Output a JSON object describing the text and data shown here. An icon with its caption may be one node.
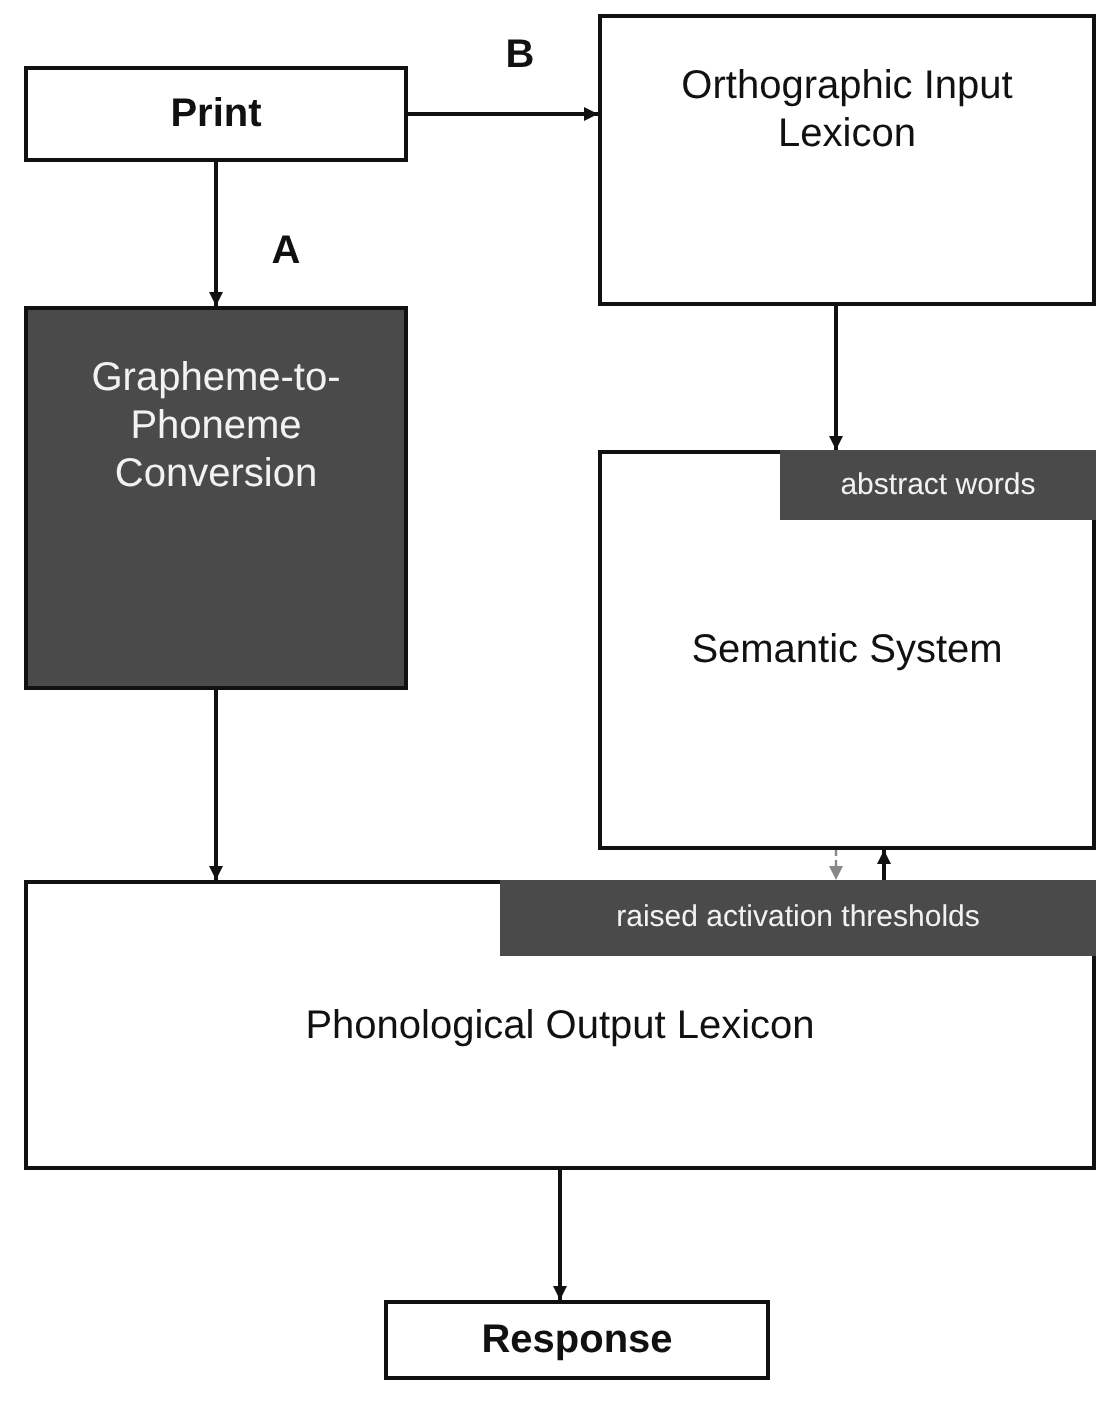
{
  "diagram": {
    "nodes": [
      {
        "text": [
          "Print"
        ]
      },
      {
        "text": [
          "Orthographic Input Lexicon"
        ]
      },
      {
        "text": [
          "Grapheme-to-Phoneme Conversion"
        ]
      },
      {
        "text": [
          "Semantic System"
        ]
      },
      {
        "text": [
          "abstract words"
        ],
        "in": 3
      },
      {
        "text": [
          "Phonological Output Lexicon"
        ]
      },
      {
        "text": [
          "raised activation thresholds"
        ],
        "in": 5
      },
      {
        "text": [
          "Response"
        ]
      }
    ],
    "edges": [
      {
        "from": 0,
        "to": 1,
        "arrow": "to",
        "label": "B"
      },
      {
        "from": 0,
        "to": 2,
        "arrow": "to",
        "label": "A"
      },
      {
        "from": 1,
        "to": 3,
        "arrow": "to"
      },
      {
        "from": 2,
        "to": 5,
        "arrow": "to"
      },
      {
        "from": 3,
        "to": 6,
        "arrow": "to",
        "style": "dashed",
        "color": "#888888"
      },
      {
        "from": 6,
        "to": 3,
        "arrow": "to"
      },
      {
        "from": 5,
        "to": 7,
        "arrow": "to"
      }
    ]
  }
}
